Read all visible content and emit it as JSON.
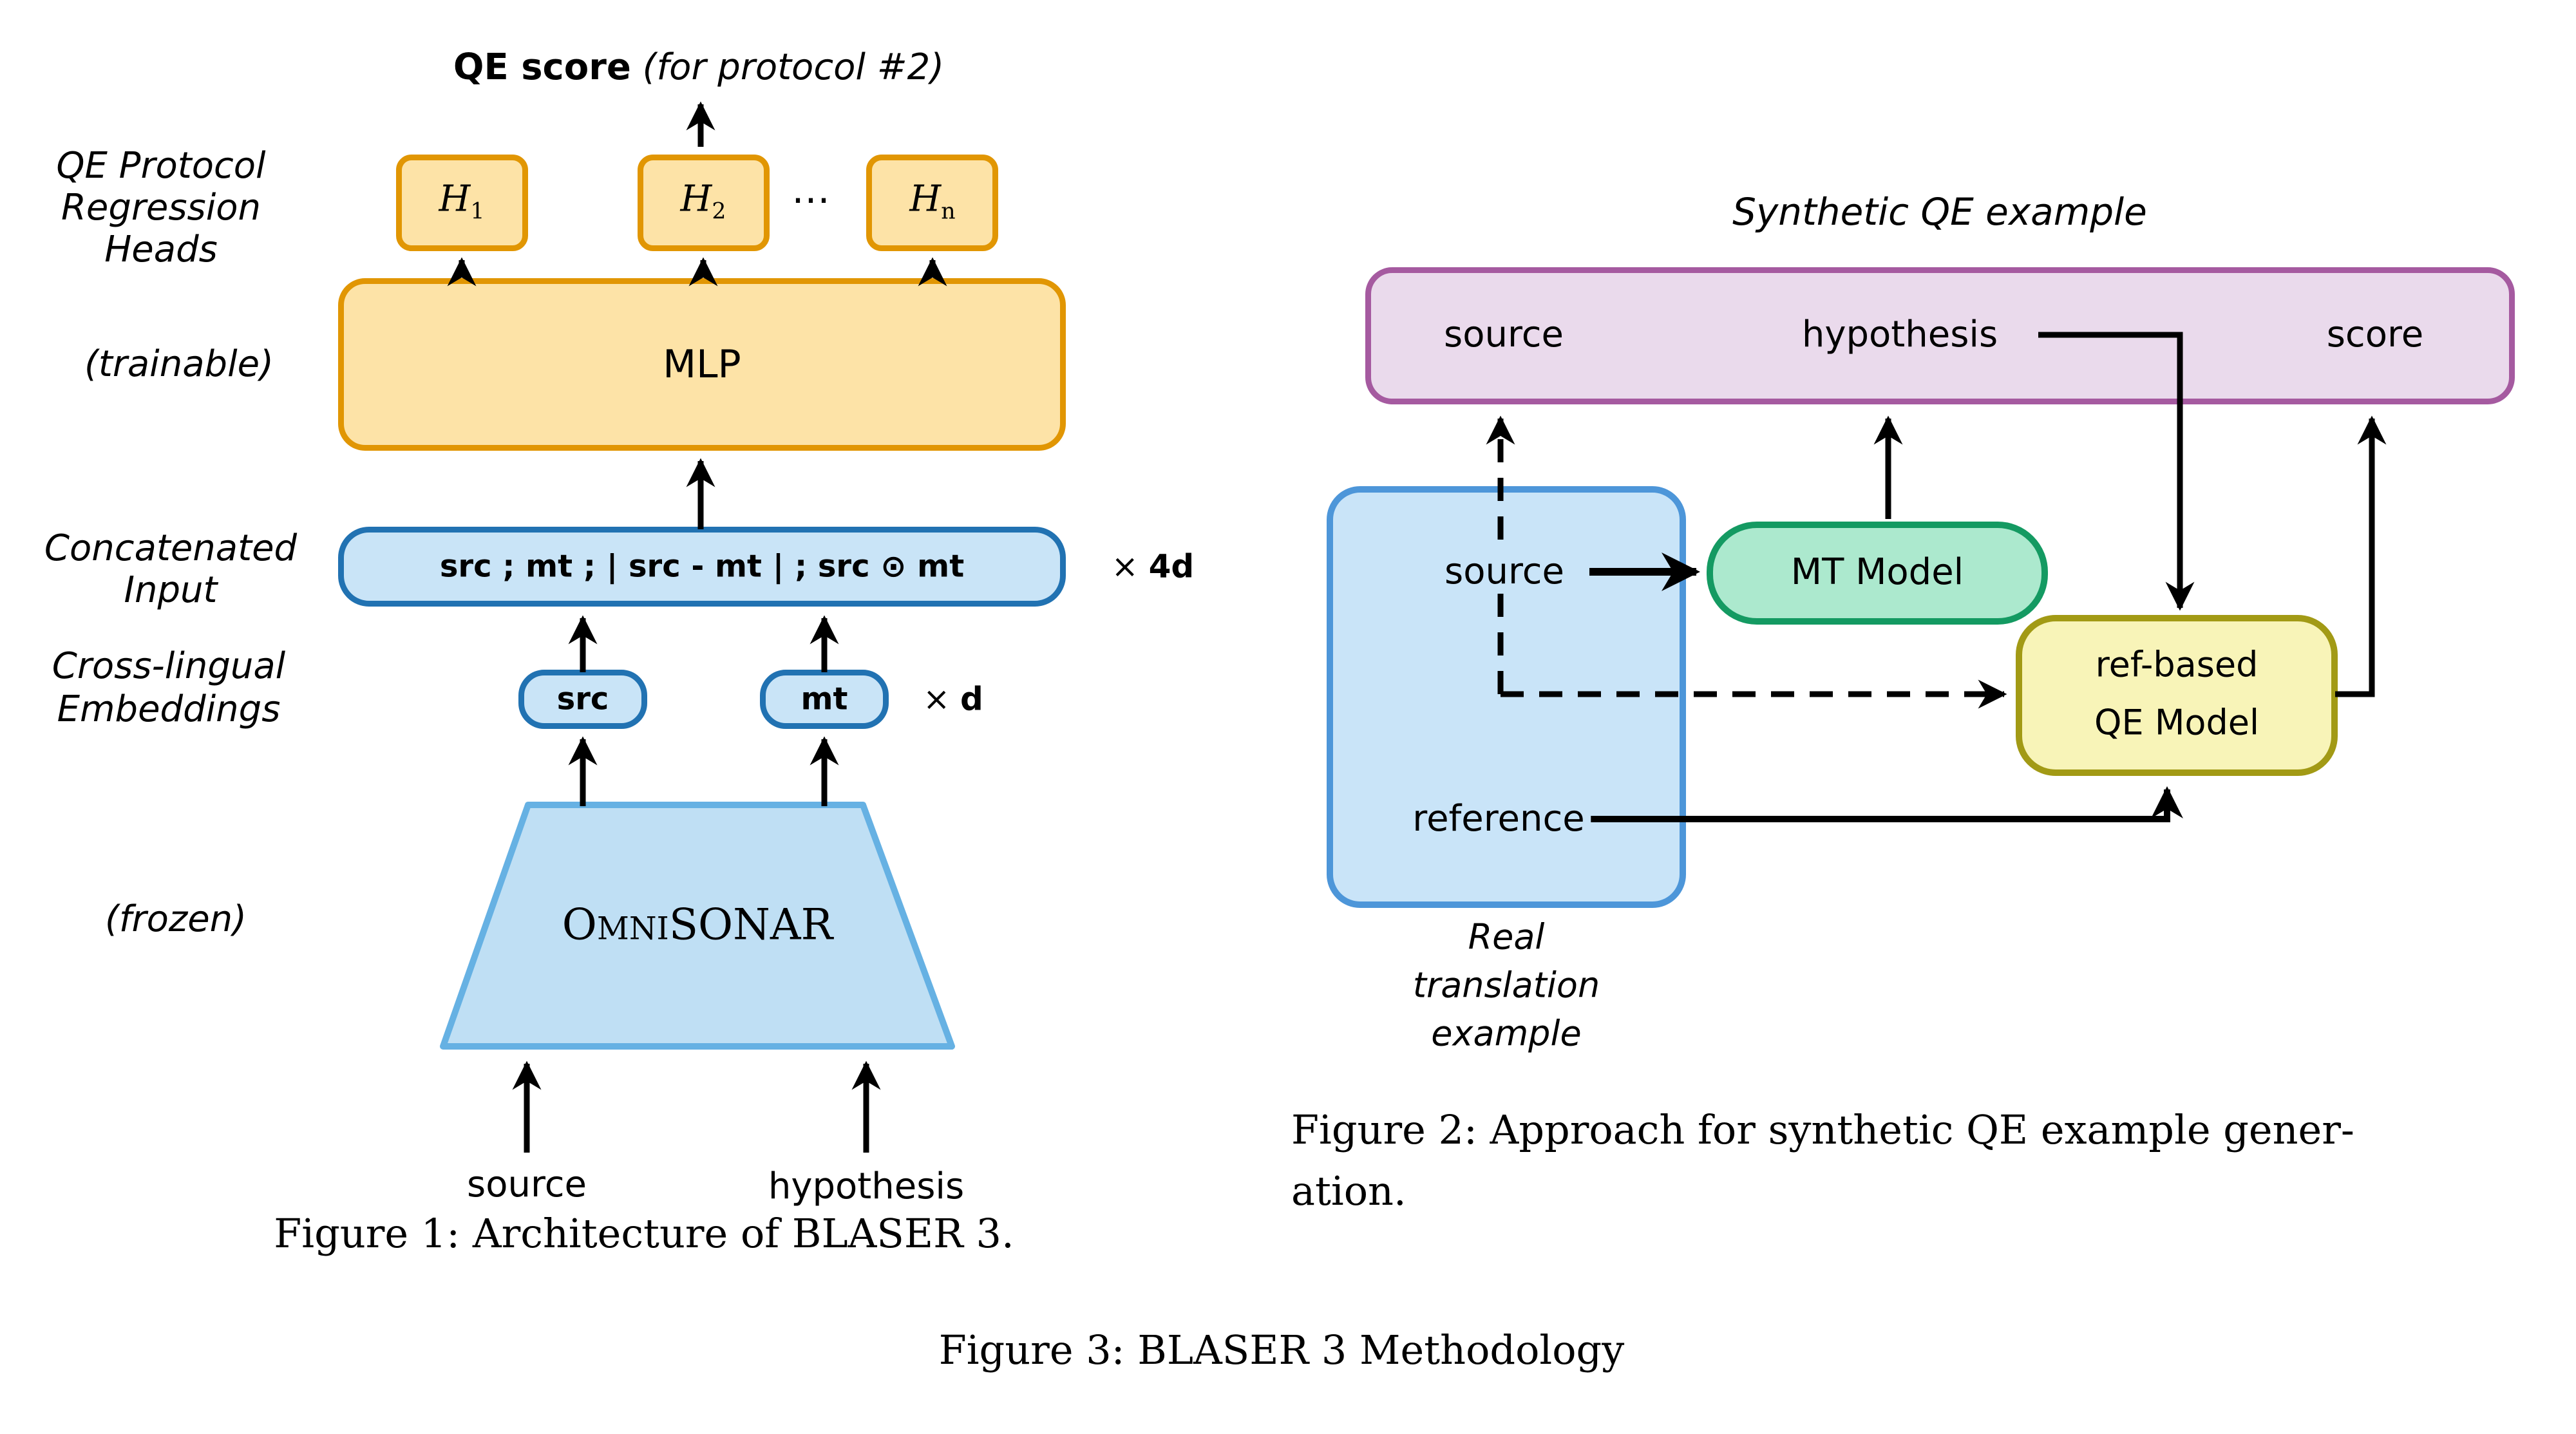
{
  "figure1": {
    "qe_score": {
      "bold": "QE score",
      "italic": " (for protocol #2)"
    },
    "heads_label": [
      "QE Protocol",
      "Regression",
      "Heads"
    ],
    "heads": [
      {
        "base": "H",
        "sub": "1"
      },
      {
        "base": "H",
        "sub": "2"
      },
      {
        "base": "H",
        "sub": "n"
      }
    ],
    "dots": "⋯",
    "trainable": "(trainable)",
    "mlp": "MLP",
    "concat_label": [
      "Concatenated",
      "Input"
    ],
    "concat_text": "src ; mt ;  |  src - mt  |  ; src ⊙ mt",
    "times_4d": {
      "times": "×",
      "value": "4d"
    },
    "embed_label": [
      "Cross-lingual",
      "Embeddings"
    ],
    "src_pill": "src",
    "mt_pill": "mt",
    "times_d": {
      "times": "×",
      "value": "d"
    },
    "frozen": "(frozen)",
    "encoder": {
      "cap": "O",
      "small": "mni",
      "rest": "SONAR"
    },
    "source": "source",
    "hypothesis": "hypothesis",
    "caption": "Figure 1: Architecture of BLASER 3."
  },
  "figure2": {
    "title": "Synthetic QE example",
    "synthetic_fields": [
      "source",
      "hypothesis",
      "score"
    ],
    "real_fields": {
      "source": "source",
      "reference": "reference"
    },
    "mt_model": "MT Model",
    "qe_model": [
      "ref-based",
      "QE Model"
    ],
    "real_caption": [
      "Real",
      "translation",
      "example"
    ],
    "caption_lines": [
      "Figure 2: Approach for synthetic QE example gener-",
      "ation."
    ]
  },
  "figure3": {
    "caption": "Figure 3: BLASER 3 Methodology"
  },
  "colors": {
    "orange_fill": "#FDE3A7",
    "orange_border": "#E19603",
    "blue_fill": "#C9E4F7",
    "blue_border": "#2172B2",
    "trapezoid_fill": "#BFDFF4",
    "trapezoid_border": "#66B1E3",
    "purple_fill": "#EADAEC",
    "purple_border": "#A55AA0",
    "real_fill": "#C9E4F8",
    "real_border": "#4D96D9",
    "green_fill": "#ACE9CE",
    "green_border": "#149A62",
    "yellow_fill": "#F8F4B8",
    "yellow_border": "#A29A15",
    "line": "#000000"
  }
}
